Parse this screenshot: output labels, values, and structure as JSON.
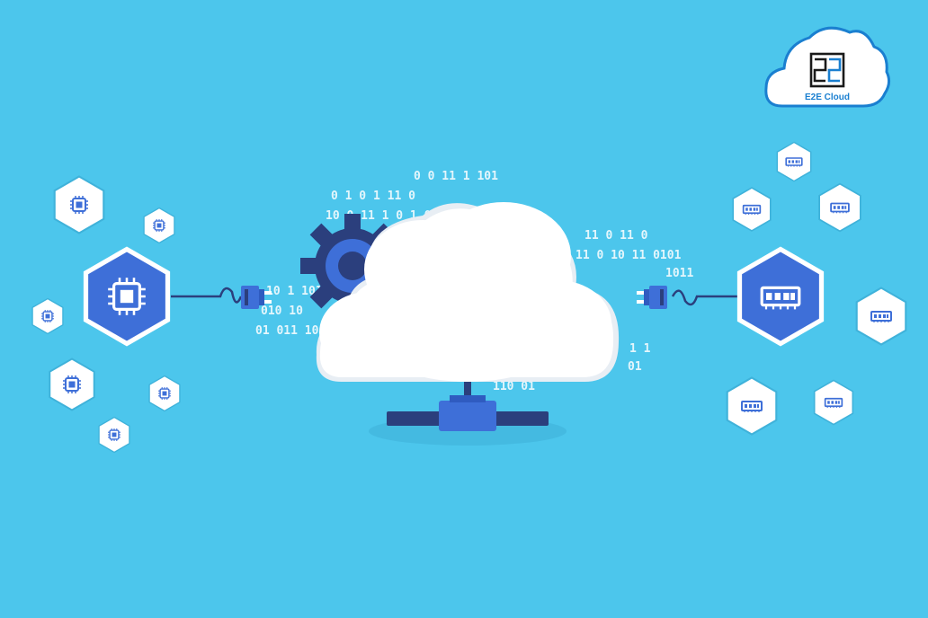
{
  "logo": {
    "text": "E2E Cloud",
    "icon": "e2e-logo-mark"
  },
  "colors": {
    "background": "#4cc6ec",
    "accent_blue": "#3e6fd8",
    "dark_navy": "#2b3f7d",
    "hex_border": "#ffffff",
    "cloud": "#ffffff"
  },
  "binary_rows": [
    {
      "text": "0   0  11   1   101",
      "left": true
    },
    {
      "text": "0   1 0   1   11 0",
      "left": true
    },
    {
      "text": "10   0  11  1 0   1 0  1101",
      "left": true
    },
    {
      "text": "11   0  11  0",
      "left": true
    },
    {
      "text": "11 0  10  11 0101",
      "left": true
    },
    {
      "text": "1011",
      "left": true
    },
    {
      "text": "10 1  101",
      "left": true
    },
    {
      "text": "010 10",
      "left": true
    },
    {
      "text": "01 011 10",
      "left": true
    },
    {
      "text": "1  1",
      "left": true
    },
    {
      "text": "01",
      "left": true
    },
    {
      "text": "110 01",
      "left": true
    }
  ],
  "icons": {
    "left_main": "cpu-chip-icon",
    "right_main": "memory-ram-icon",
    "gear": "gear-icon",
    "cloud": "cloud-icon",
    "network": "network-server-icon",
    "plug_left": "plug-connector-icon",
    "plug_right": "plug-connector-icon"
  }
}
